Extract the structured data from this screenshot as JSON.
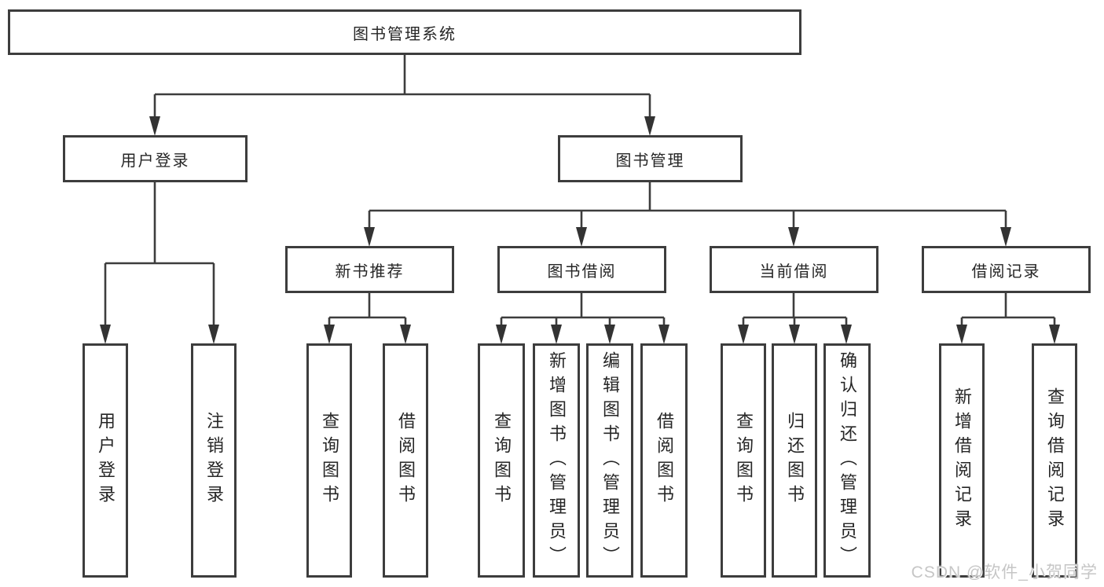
{
  "diagram": {
    "title_node": {
      "label": "图书管理系统"
    },
    "level2": [
      {
        "id": "user-login",
        "label": "用户登录"
      },
      {
        "id": "book-management",
        "label": "图书管理"
      }
    ],
    "level3": [
      {
        "id": "new-book-recommend",
        "label": "新书推荐"
      },
      {
        "id": "book-borrow",
        "label": "图书借阅"
      },
      {
        "id": "current-borrow",
        "label": "当前借阅"
      },
      {
        "id": "borrow-records",
        "label": "借阅记录"
      }
    ],
    "leaves": {
      "user_login": [
        "用户登录",
        "注销登录"
      ],
      "new_book": [
        "查询图书",
        "借阅图书"
      ],
      "borrow": [
        "查询图书",
        "新增图书（管理员）",
        "编辑图书（管理员）",
        "借阅图书"
      ],
      "current": [
        "查询图书",
        "归还图书",
        "确认归还（管理员）"
      ],
      "records": [
        "新增借阅记录",
        "查询借阅记录"
      ]
    },
    "colors": {
      "line": "#3d3d3d",
      "box_border": "#3d3d3d",
      "text": "#262626",
      "watermark": "#c6c6c6",
      "background": "#ffffff"
    }
  },
  "watermark": {
    "text": "CSDN @软件_小贺同学"
  }
}
